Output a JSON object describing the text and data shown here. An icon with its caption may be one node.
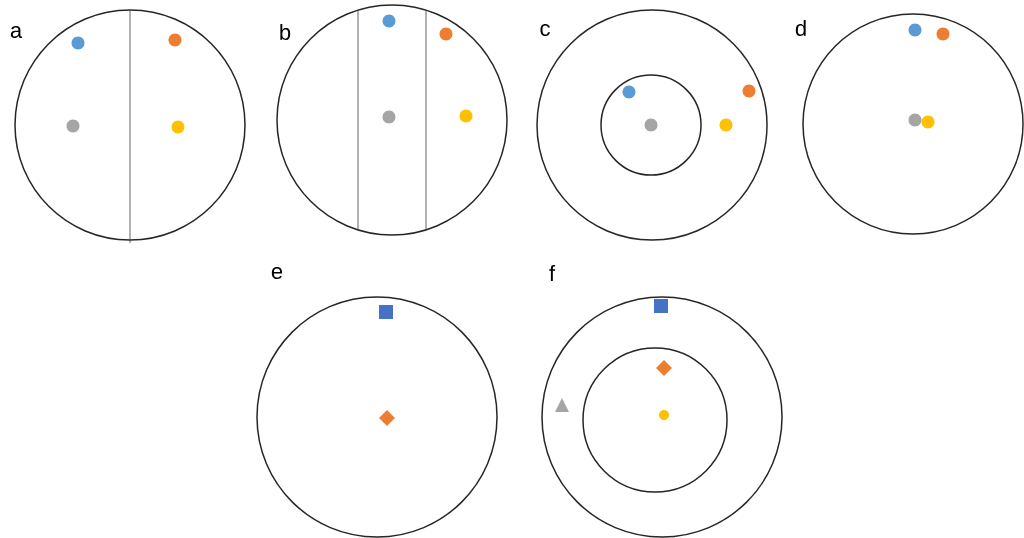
{
  "diagram": {
    "nodes": [
      {
        "text": [
          "a"
        ]
      },
      {
        "text": [
          "b"
        ]
      },
      {
        "text": [
          "c"
        ]
      },
      {
        "text": [],
        "shape": "circle",
        "in": 2
      },
      {
        "text": [
          "d"
        ]
      },
      {
        "text": [
          "e"
        ]
      },
      {
        "text": [
          "f"
        ]
      },
      {
        "text": [],
        "shape": "circle",
        "in": 6
      }
    ]
  }
}
